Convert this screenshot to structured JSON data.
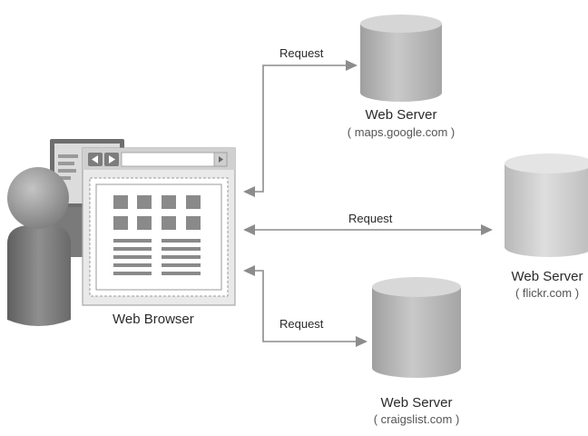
{
  "diagram": {
    "requests": {
      "top": "Request",
      "middle": "Request",
      "bottom": "Request"
    },
    "servers": {
      "top": {
        "label": "Web Server",
        "host": "( maps.google.com )"
      },
      "right": {
        "label": "Web Server",
        "host": "( flickr.com )"
      },
      "bottom": {
        "label": "Web Server",
        "host": "( craigslist.com )"
      }
    },
    "browser": {
      "label": "Web Browser"
    }
  },
  "colors": {
    "arrow": "#8c8c8c",
    "cylinder_side": "#b3b3b3",
    "cylinder_top": "#d8d8d8",
    "person": "#8a8a8a"
  }
}
